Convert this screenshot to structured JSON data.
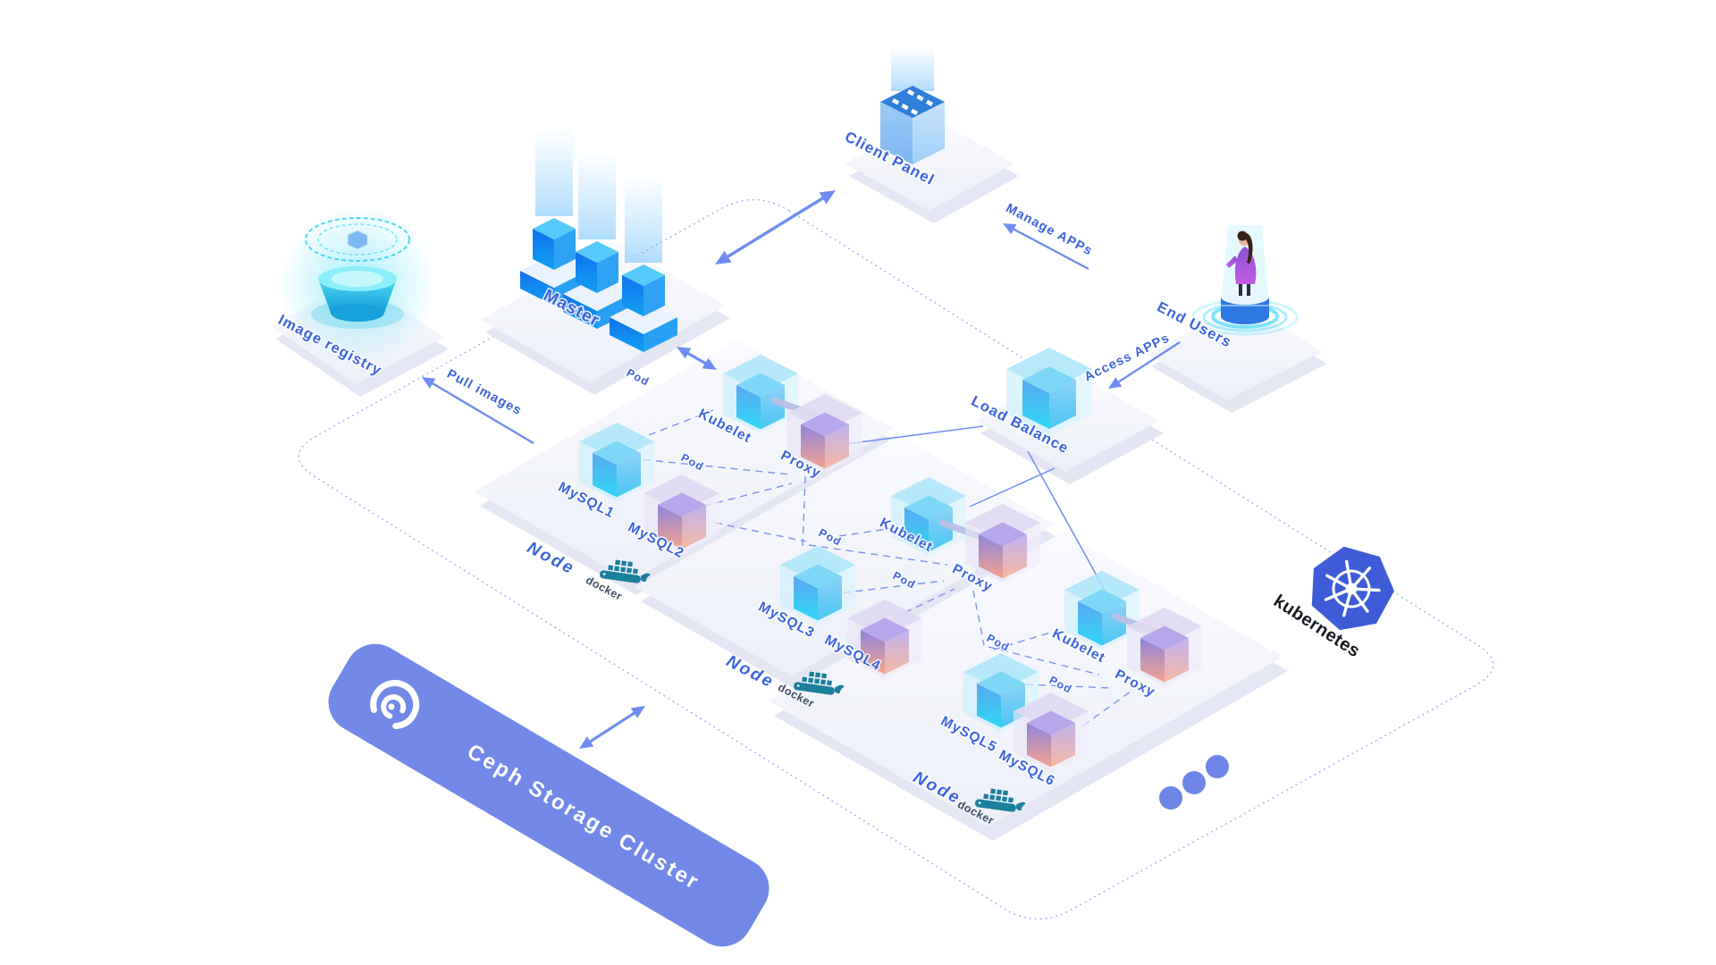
{
  "diagram": {
    "client_panel": {
      "label": "Client Panel"
    },
    "master": {
      "label": "Master",
      "pod_label": "Pod"
    },
    "image_registry": {
      "label": "Image registry"
    },
    "end_users": {
      "label": "End Users"
    },
    "load_balancer": {
      "label": "Load Balance"
    },
    "flows": {
      "manage_apps": "Manage APPs",
      "access_apps": "Access APPs",
      "pull_images": "Pull images"
    },
    "ceph": {
      "label": "Ceph Storage Cluster"
    },
    "kubernetes": {
      "label": "kubernetes"
    },
    "nodes": [
      {
        "node_label": "Node",
        "runtime_label": "docker",
        "kubelet_label": "Kubelet",
        "proxy_label": "Proxy",
        "pods": [
          "MySQL1",
          "MySQL2"
        ],
        "pod_tags": [
          "Pod"
        ]
      },
      {
        "node_label": "Node",
        "runtime_label": "docker",
        "kubelet_label": "Kubelet",
        "proxy_label": "Proxy",
        "pods": [
          "MySQL3",
          "MySQL4"
        ],
        "pod_tags": [
          "Pod",
          "Pod"
        ]
      },
      {
        "node_label": "Node",
        "runtime_label": "docker",
        "kubelet_label": "Kubelet",
        "proxy_label": "Proxy",
        "pods": [
          "MySQL5",
          "MySQL6"
        ],
        "pod_tags": [
          "Pod",
          "Pod"
        ]
      }
    ],
    "icons": [
      "server-box-icon",
      "hologram-registry-icon",
      "user-figure-icon",
      "cube-icon",
      "docker-whale-icon",
      "kubernetes-helm-icon",
      "ceph-logo-icon",
      "more-nodes-ellipsis"
    ],
    "colors": {
      "label_blue": "#3D63DC",
      "arrow_blue": "#6f8df0",
      "ceph_bar": "#7289E8",
      "kubernetes_blue": "#3E5CD8",
      "docker_teal": "#1d7f9e",
      "cyan_glow": "#2bd0f0",
      "pod_purple": "#a393e0",
      "pod_salmon": "#ef9f90",
      "vivid_blue": "#1479ee"
    }
  }
}
